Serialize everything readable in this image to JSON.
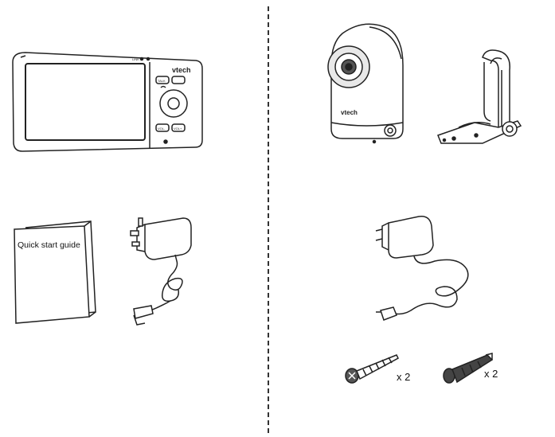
{
  "parent_unit": {
    "brand": "vtech",
    "indicators": [
      "LINK",
      "—"
    ],
    "buttons": [
      "TALK",
      "VOL-",
      "VOL+"
    ]
  },
  "guide": {
    "label": "Quick start guide"
  },
  "camera": {
    "brand": "vtech"
  },
  "screws": {
    "quantity": "x 2"
  },
  "anchors": {
    "quantity": "x 2"
  }
}
